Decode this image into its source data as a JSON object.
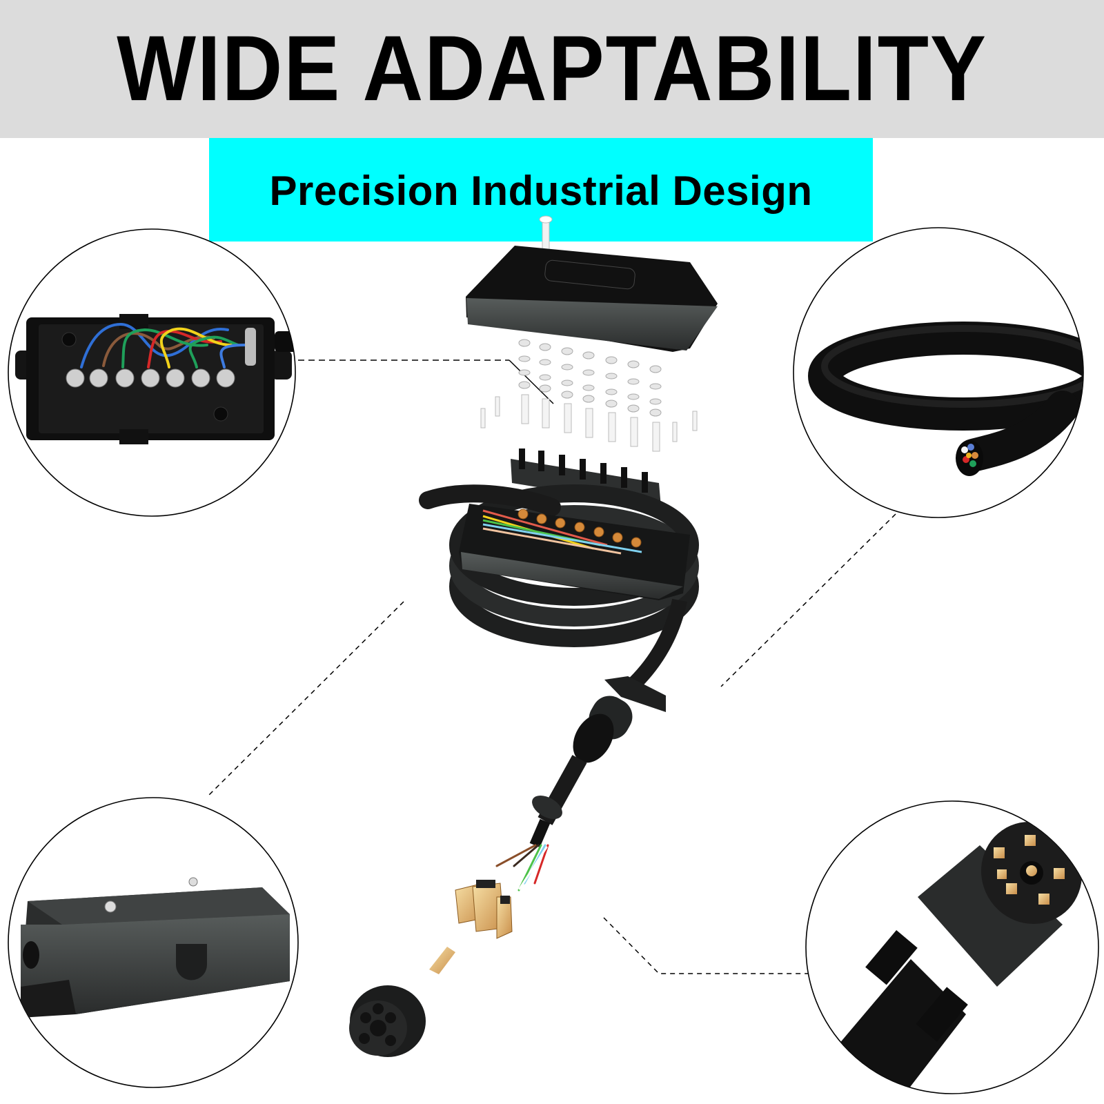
{
  "header": {
    "title": "WIDE ADAPTABILITY",
    "background": "#dcdcdc"
  },
  "subheader": {
    "label": "Precision Industrial Design",
    "background": "#00ffff"
  },
  "callouts": [
    {
      "position": "top-left",
      "subject": "open junction box with 7 terminal studs and colored wires"
    },
    {
      "position": "top-right",
      "subject": "coiled black 7-core cable with exposed conductors"
    },
    {
      "position": "bottom-left",
      "subject": "closed black junction box with lid screws"
    },
    {
      "position": "bottom-right",
      "subject": "7-way trailer plug connector face"
    }
  ],
  "center_product": {
    "subject": "exploded view of 7-way trailer junction box with cord and plug",
    "parts": [
      "lid with 2 screws",
      "nuts and washers",
      "terminal studs",
      "terminal block",
      "junction box base",
      "coiled cable",
      "7-way plug",
      "pin contacts",
      "plug insert"
    ]
  },
  "colors": {
    "wire_colors": [
      "#2f6fd6",
      "#1fa05a",
      "#d62828",
      "#f2d21b",
      "#8a5a3b",
      "#ffffff",
      "#000000"
    ],
    "product_black": "#1e1e1e",
    "brass": "#e0b070"
  }
}
